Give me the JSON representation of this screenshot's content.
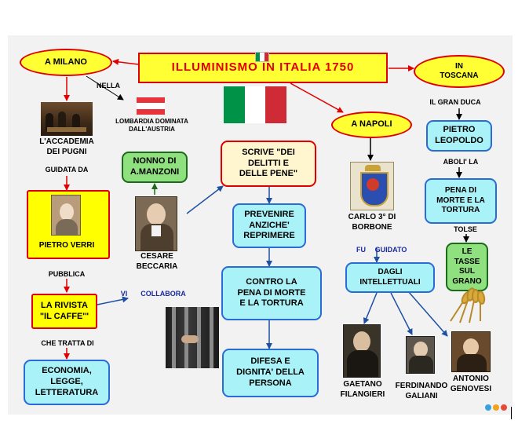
{
  "title": "ILLUMINISMO    IN    ITALIA    1750",
  "nodes": {
    "milano": "A   MILANO",
    "toscana": "IN\nTOSCANA",
    "napoli": "A  NAPOLI",
    "nonno": "NONNO   DI\nA.MANZONI",
    "scrive": "SCRIVE   \"DEI\nDELITTI    E\nDELLE   PENE\"",
    "prevenire": "PREVENIRE\nANZICHE'\nREPRIMERE",
    "contro": "CONTRO    LA\nPENA  DI  MORTE\nE  LA   TORTURA",
    "difesa": "DIFESA    E\nDIGNITA'    DELLA\nPERSONA",
    "verri": "PIETRO      VERRI",
    "rivista": "LA    RIVISTA\n\"IL   CAFFE'\"",
    "economia": "ECONOMIA,\nLEGGE,\nLETTERATURA",
    "leopoldo": "PIETRO\nLEOPOLDO",
    "pena_tortura": "PENA    DI\nMORTE    E  LA\nTORTURA",
    "tasse": "LE\nTASSE\nSUL\nGRANO",
    "intellettuali": "DAGLI\nINTELLETTUALI"
  },
  "labels": {
    "nella": "NELLA",
    "lombardia": "LOMBARDIA        DOMINATA\nDALL'AUSTRIA",
    "accademia": "L'ACCADEMIA\nDEI    PUGNI",
    "guidata": "GUIDATA     DA",
    "pubblica": "PUBBLICA",
    "che_tratta": "CHE     TRATTA     DI",
    "vi": "VI",
    "collabora": "COLLABORA",
    "cesare": "CESARE\nBECCARIA",
    "gran_duca": "IL    GRAN    DUCA",
    "aboli": "ABOLI'    LA",
    "tolse": "TOLSE",
    "carlo": "CARLO    3°   DI\nBORBONE",
    "fu": "FU",
    "guidato": "GUIDATO",
    "filangieri": "GAETANO\nFILANGIERI",
    "galiani": "FERDINANDO\nGALIANI",
    "genovesi": "ANTONIO\nGENOVESI"
  },
  "colors": {
    "title_red": "#e00000",
    "accent_yellow": "#ffff33",
    "cyan_fill": "#a9f2f7",
    "cyan_border": "#2a6bd6",
    "green_fill": "#8fe07e",
    "link_blue": "#1a2a9c",
    "flag_green": "#009246",
    "flag_red": "#ce2b37"
  },
  "icons": [
    "italy-flag-icon",
    "austria-flag-icon",
    "bourbon-coat-of-arms-icon",
    "wheat-icon",
    "prison-bars-icon",
    "mindomo-logo-icon"
  ]
}
